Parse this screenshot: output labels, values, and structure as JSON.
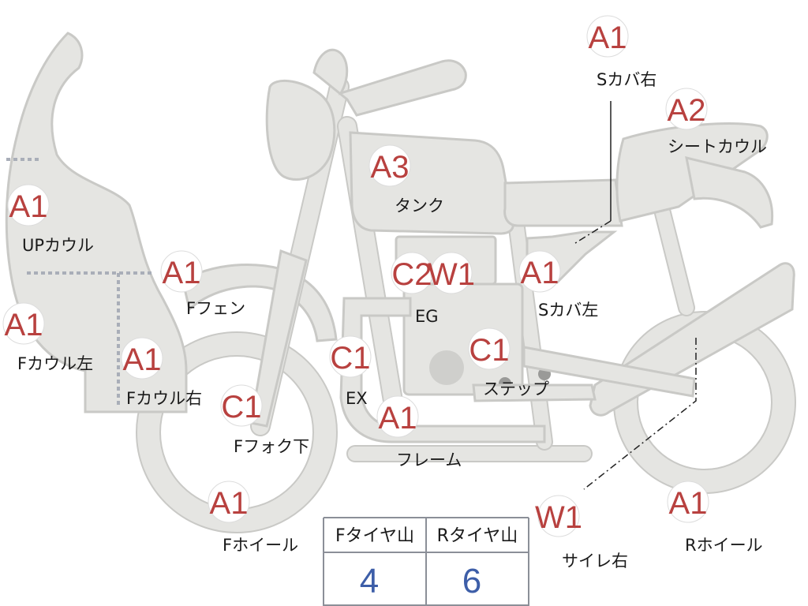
{
  "parts": [
    {
      "id": "s-cover-right",
      "grade": "A1",
      "label": "Sカバ右"
    },
    {
      "id": "seat-cowl",
      "grade": "A2",
      "label": "シートカウル"
    },
    {
      "id": "tank",
      "grade": "A3",
      "label": "タンク"
    },
    {
      "id": "up-cowl",
      "grade": "A1",
      "label": "UPカウル"
    },
    {
      "id": "f-fender",
      "grade": "A1",
      "label": "Fフェン"
    },
    {
      "id": "engine",
      "grade1": "C2",
      "grade2": "W1",
      "label": "EG"
    },
    {
      "id": "s-cover-left",
      "grade": "A1",
      "label": "Sカバ左"
    },
    {
      "id": "f-cowl-left",
      "grade": "A1",
      "label": "Fカウル左"
    },
    {
      "id": "f-cowl-right",
      "grade": "A1",
      "label": "Fカウル右"
    },
    {
      "id": "exhaust",
      "grade": "C1",
      "label": "EX"
    },
    {
      "id": "step",
      "grade": "C1",
      "label": "ステップ"
    },
    {
      "id": "f-fork-lower",
      "grade": "C1",
      "label": "Fフォク下"
    },
    {
      "id": "frame",
      "grade": "A1",
      "label": "フレーム"
    },
    {
      "id": "f-wheel",
      "grade": "A1",
      "label": "Fホイール"
    },
    {
      "id": "muffler-right",
      "grade": "W1",
      "label": "サイレ右"
    },
    {
      "id": "r-wheel",
      "grade": "A1",
      "label": "Rホイール"
    }
  ],
  "tire_table": {
    "front_header": "Fタイヤ山",
    "rear_header": "Rタイヤ山",
    "front_value": "4",
    "rear_value": "6"
  },
  "colors": {
    "part_fill": "#e5e5e2",
    "grade_text": "#b8413f",
    "value_text": "#3d5ea8"
  }
}
